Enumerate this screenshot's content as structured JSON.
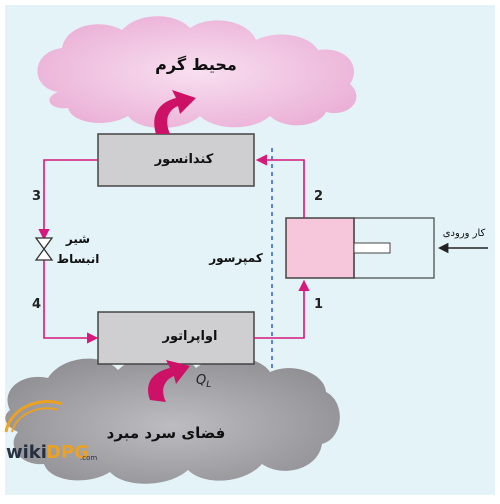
{
  "labels": {
    "hot_environment": "محیط گرم",
    "cold_space": "فضای سرد مبرد",
    "condenser": "کندانسور",
    "evaporator": "اواپراتور",
    "compressor": "کمپرسور",
    "valve_line1": "شیر",
    "valve_line2": "انبساط",
    "work_input": "کار ورودی",
    "heat_low": "Q",
    "heat_low_sub": "L",
    "state1": "1",
    "state2": "2",
    "state3": "3",
    "state4": "4"
  },
  "watermark": {
    "text1": "wiki",
    "text2": "DPG",
    "text3": ".com"
  },
  "colors": {
    "background": "#e3f3f7",
    "cloud_top": "#f1c3e0",
    "cloud_bottom": "#a4a4a8",
    "box": "#cfcfd1",
    "compressor": "#f6c6db",
    "pipe": "#d6197a",
    "arrow_heat": "#cc1166",
    "dashed": "#2d63c6"
  }
}
